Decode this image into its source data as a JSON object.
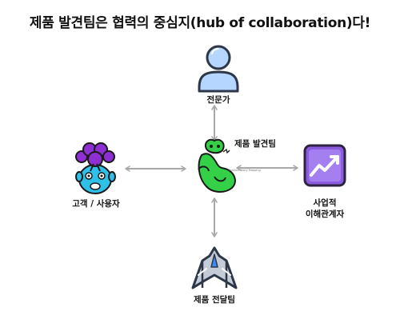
{
  "title": "제품 발견팀은 협력의 중심지(hub of collaboration)다!",
  "nodes": {
    "expert": {
      "label": "전문가",
      "icon": "person-bust-icon"
    },
    "discovery": {
      "label": "제품 발견팀",
      "icon": "thinking-green-character-icon"
    },
    "customer": {
      "label": "고객 / 사용자",
      "icon": "purple-hair-character-icon"
    },
    "business": {
      "label_line1": "사업적",
      "label_line2": "이해관계자",
      "icon": "trending-chart-icon"
    },
    "delivery": {
      "label": "제품 전달팀",
      "icon": "rocket-ship-icon"
    }
  },
  "watermark": "Product Story Mapping",
  "colors": {
    "arrow": "#a8a8a8",
    "person_blue": "#b5d6ff",
    "character_green": "#34d148",
    "customer_hair": "#8e2fd4",
    "customer_face": "#2ec0e8",
    "chart_purple": "#8b5ce0",
    "ship_gray": "#c5ccd8"
  }
}
